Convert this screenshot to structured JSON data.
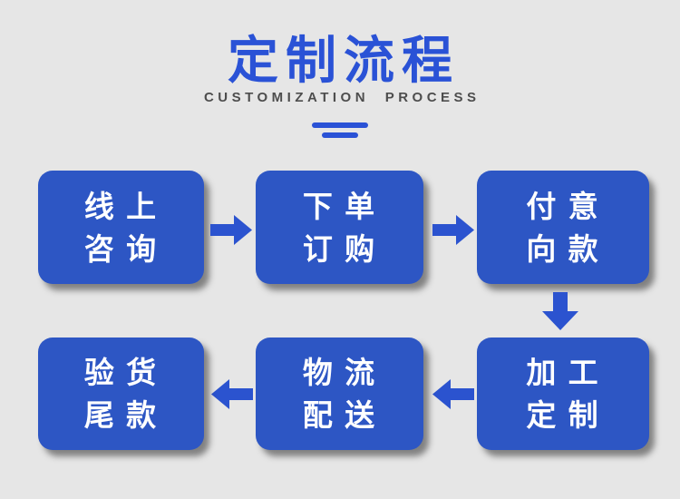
{
  "page": {
    "background_color": "#e6e6e6"
  },
  "header": {
    "title": "定制流程",
    "subtitle": "CUSTOMIZATION PROCESS",
    "title_color": "#2a52d6",
    "subtitle_color": "#4d4d4d",
    "divider_color": "#2a52d6"
  },
  "flow": {
    "box_color": "#2d56c4",
    "box_text_color": "#ffffff",
    "arrow_color": "#2b53cf",
    "steps": [
      {
        "line1": "线 上",
        "line2": "咨 询"
      },
      {
        "line1": "下 单",
        "line2": "订 购"
      },
      {
        "line1": "付 意",
        "line2": "向 款"
      },
      {
        "line1": "加 工",
        "line2": "定 制"
      },
      {
        "line1": "物 流",
        "line2": "配 送"
      },
      {
        "line1": "验 货",
        "line2": "尾 款"
      }
    ],
    "arrows": [
      {
        "direction": "right"
      },
      {
        "direction": "right"
      },
      {
        "direction": "down"
      },
      {
        "direction": "left"
      },
      {
        "direction": "left"
      }
    ]
  }
}
